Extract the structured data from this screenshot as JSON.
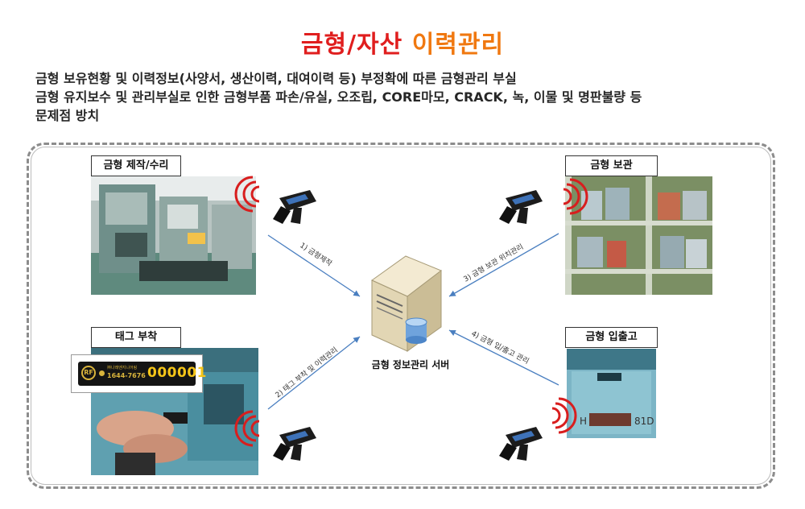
{
  "title": {
    "part1": "금형/자산",
    "part2": "이력관리",
    "color1": "#e01e1e",
    "color2": "#f07810"
  },
  "problems": [
    "금형 보유현황 및 이력정보(사양서, 생산이력, 대여이력 등) 부정확에 따른 금형관리 부실",
    "금형 유지보수 및 관리부실로 인한 금형부품 파손/유실, 오조립, CORE마모, CRACK, 녹, 이물 및 명판불량 등",
    "문제점 방치"
  ],
  "stations": {
    "make": {
      "label": "금형 제작/수리"
    },
    "store": {
      "label": "금형 보관"
    },
    "tag": {
      "label": "태그 부착"
    },
    "io": {
      "label": "금형 입출고"
    }
  },
  "tag_plate": {
    "company": "㈜나래엔지니어링",
    "phone": "1644-7676",
    "number": "000001",
    "logo": "RF"
  },
  "server": {
    "label": "금형 정보관리 서버",
    "icon": "server-icon"
  },
  "flows": [
    {
      "id": "make",
      "label": "1) 금형제작"
    },
    {
      "id": "tag",
      "label": "2) 태그 부착 및 이력관리"
    },
    {
      "id": "store",
      "label": "3) 금형 보관 위치관리"
    },
    {
      "id": "io",
      "label": "4) 금형 입/출고 관리"
    }
  ],
  "io_photo": {
    "marker": "H",
    "code": "81D"
  },
  "colors": {
    "arrow": "#4a7fc0",
    "signal": "#d81e1e",
    "frame": "#8c8c8c"
  }
}
